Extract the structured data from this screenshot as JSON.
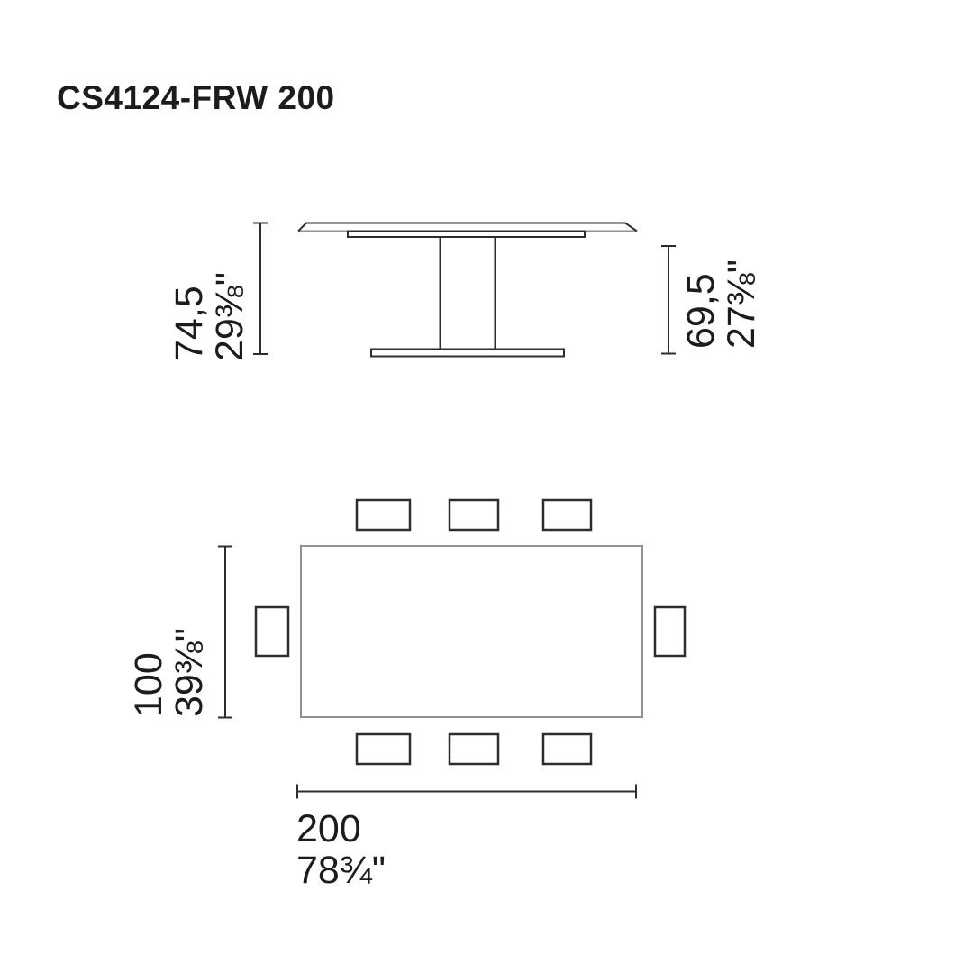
{
  "page": {
    "title": "CS4124-FRW 200"
  },
  "colors": {
    "background": "#ffffff",
    "text": "#1c1c1c",
    "line_dark": "#2e2c2d",
    "line_gray": "#919191"
  },
  "elevation": {
    "overall_height": {
      "metric": "74,5",
      "imperial": "29⅜\""
    },
    "clearance_height": {
      "metric": "69,5",
      "imperial": "27⅜\""
    }
  },
  "plan": {
    "depth": {
      "metric": "100",
      "imperial": "39⅜\""
    },
    "length": {
      "metric": "200",
      "imperial": "78¾\""
    },
    "chair_count": 8
  }
}
